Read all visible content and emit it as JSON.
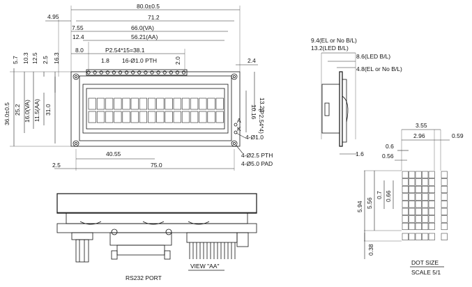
{
  "front_view": {
    "overall_width": "80.0±0.5",
    "pcb_width": "71.2",
    "va_width": "66.0(VA)",
    "aa_width": "56.21(AA)",
    "left_offset_1": "4.95",
    "left_offset_2": "7.55",
    "left_offset_3": "12.4",
    "pin_start": "8.0",
    "pin_pitch": "P2.54*15=38.1",
    "pin_offset": "1.8",
    "pin_holes": "16-Ø1.0 PTH",
    "pin_row_height": "2.0",
    "right_edge_offset": "2.4",
    "v_5_7": "5.7",
    "v_10_3": "10.3",
    "v_12_5": "12.5",
    "v_2_5": "2.5",
    "v_16_3": "16.3",
    "height_overall": "36.0±0.5",
    "height_25_2": "25.2",
    "height_va": "16.0(VA)",
    "height_aa": "11.5(AA)",
    "height_31": "31.0",
    "right_13_22": "13.22",
    "right_10_16": "10.16",
    "right_p254x4": "(P2.54*4)",
    "pin_a": "A",
    "pin_k": "K",
    "mount_holes_1": "4-Ø1.0",
    "bottom_40_55": "40.55",
    "mount_holes_2": "4-Ø2.5 PTH",
    "mount_pads": "4-Ø5.0 PAD",
    "bottom_2_5": "2.5",
    "bottom_75": "75.0"
  },
  "side_view": {
    "el_thickness": "9.4(EL or No B/L)",
    "led_thickness": "13.2(LED B/L)",
    "led_body": "8.6(LED B/L)",
    "el_body": "4.8(EL or No B/L)",
    "pin_length": "1.6"
  },
  "bottom_view": {
    "connector_label": "RS232 PORT",
    "view_label": "VIEW \"AA\""
  },
  "dot_detail": {
    "char_width": "3.55",
    "dots_width": "2.96",
    "char_gap": "0.59",
    "dot_pitch": "0.6",
    "dot_width": "0.56",
    "char_height_total": "5.94",
    "char_height": "5.56",
    "dot_pitch_v": "0.7",
    "dot_height": "0.66",
    "cursor_height": "0.38",
    "title": "DOT SIZE",
    "scale": "SCALE 5/1"
  }
}
